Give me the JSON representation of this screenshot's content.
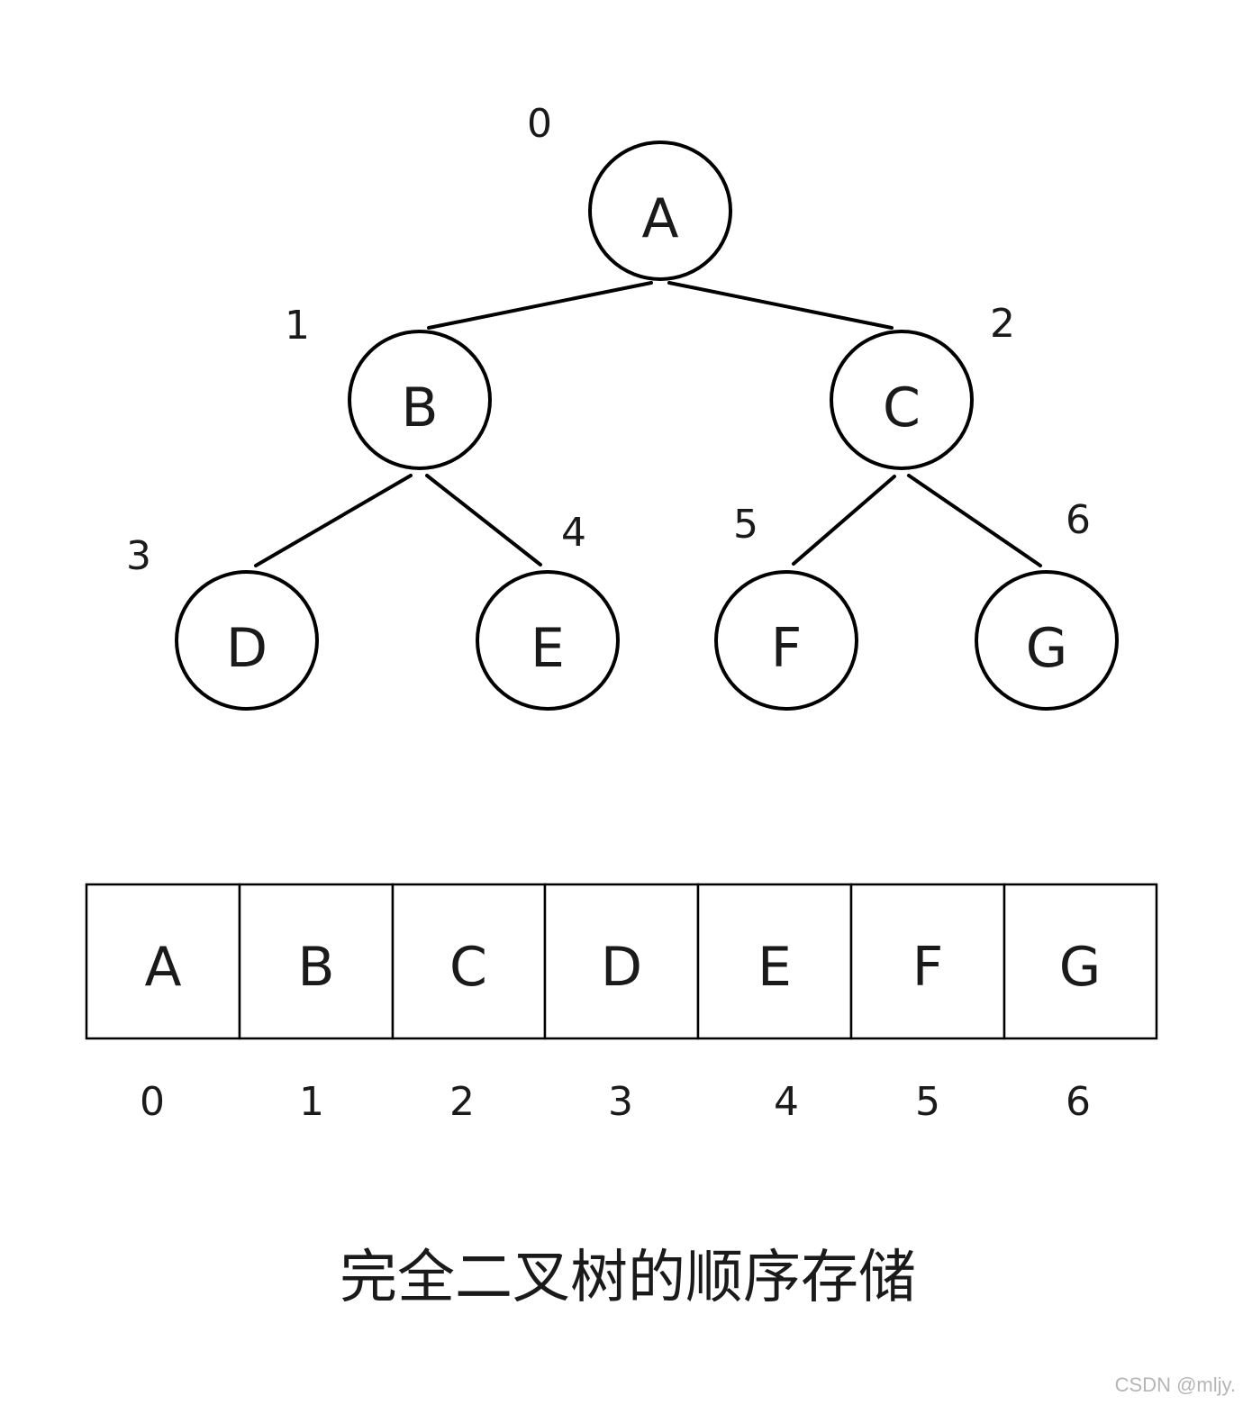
{
  "tree": {
    "nodes": [
      {
        "label": "A",
        "index": "0"
      },
      {
        "label": "B",
        "index": "1"
      },
      {
        "label": "C",
        "index": "2"
      },
      {
        "label": "D",
        "index": "3"
      },
      {
        "label": "E",
        "index": "4"
      },
      {
        "label": "F",
        "index": "5"
      },
      {
        "label": "G",
        "index": "6"
      }
    ],
    "edges": [
      {
        "from": "A",
        "to": "B"
      },
      {
        "from": "A",
        "to": "C"
      },
      {
        "from": "B",
        "to": "D"
      },
      {
        "from": "B",
        "to": "E"
      },
      {
        "from": "C",
        "to": "F"
      },
      {
        "from": "C",
        "to": "G"
      }
    ]
  },
  "array": {
    "cells": [
      {
        "value": "A",
        "index": "0"
      },
      {
        "value": "B",
        "index": "1"
      },
      {
        "value": "C",
        "index": "2"
      },
      {
        "value": "D",
        "index": "3"
      },
      {
        "value": "E",
        "index": "4"
      },
      {
        "value": "F",
        "index": "5"
      },
      {
        "value": "G",
        "index": "6"
      }
    ]
  },
  "caption": "完全二叉树的顺序存储",
  "watermark": "CSDN @mljy."
}
